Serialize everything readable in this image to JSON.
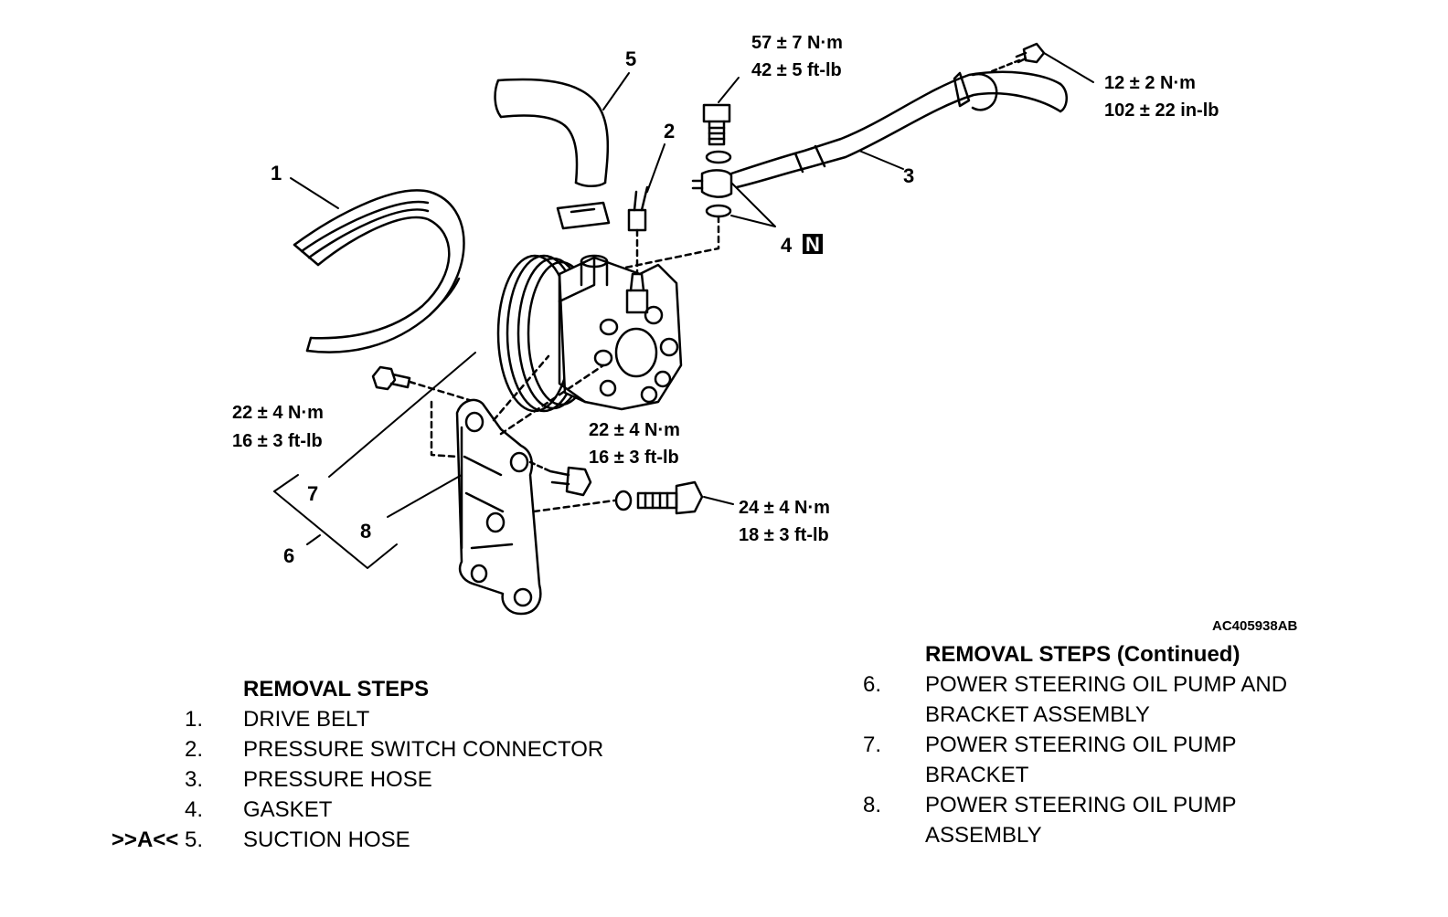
{
  "callouts": {
    "c1": "1",
    "c2": "2",
    "c3": "3",
    "c4": "4",
    "c4_badge": "N",
    "c5": "5",
    "c6": "6",
    "c7": "7",
    "c8": "8"
  },
  "torques": {
    "t_top_nm": "57 ± 7 N·m",
    "t_top_ft": "42 ± 5 ft-lb",
    "t_clamp_nm": "12 ± 2 N·m",
    "t_clamp_in": "102 ± 22 in-lb",
    "t_left_nm": "22 ± 4 N·m",
    "t_left_ft": "16 ± 3 ft-lb",
    "t_mid_nm": "22 ± 4 N·m",
    "t_mid_ft": "16 ± 3 ft-lb",
    "t_bottom_nm": "24 ± 4 N·m",
    "t_bottom_ft": "18 ± 3 ft-lb"
  },
  "figure_id": "AC405938AB",
  "removal_left": {
    "header": "REMOVAL STEPS",
    "items": [
      {
        "prefix": "",
        "num": "1.",
        "text": "DRIVE BELT"
      },
      {
        "prefix": "",
        "num": "2.",
        "text": "PRESSURE SWITCH CONNECTOR"
      },
      {
        "prefix": "",
        "num": "3.",
        "text": "PRESSURE HOSE"
      },
      {
        "prefix": "",
        "num": "4.",
        "text": "GASKET"
      },
      {
        "prefix": ">>A<<",
        "num": "5.",
        "text": "SUCTION HOSE"
      }
    ]
  },
  "removal_right": {
    "header": "REMOVAL STEPS (Continued)",
    "items": [
      {
        "num": "6.",
        "text": "POWER STEERING OIL PUMP AND",
        "cont": "BRACKET ASSEMBLY"
      },
      {
        "num": "7.",
        "text": "POWER STEERING OIL PUMP",
        "cont": "BRACKET"
      },
      {
        "num": "8.",
        "text": "POWER STEERING OIL PUMP",
        "cont": "ASSEMBLY"
      }
    ]
  }
}
